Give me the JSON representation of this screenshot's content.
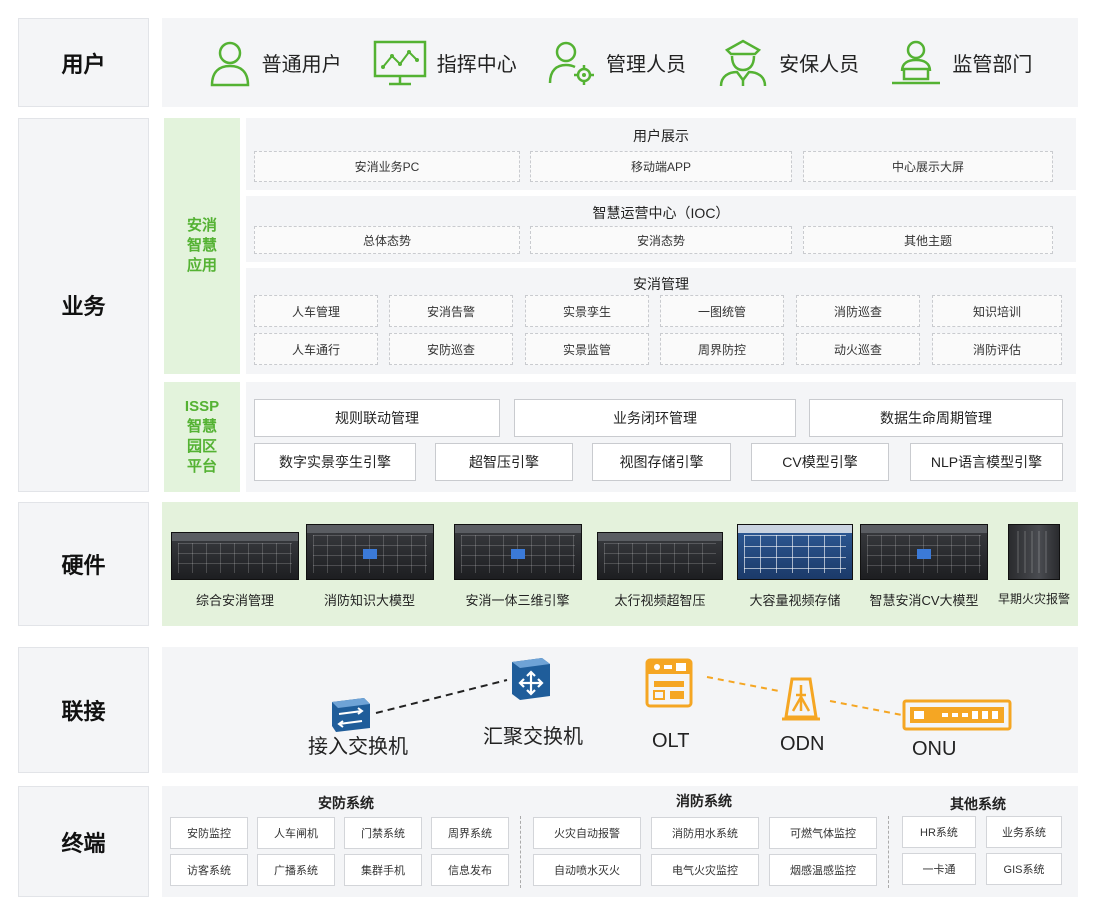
{
  "rows": {
    "users": "用户",
    "business": "业务",
    "hardware": "硬件",
    "connectivity": "联接",
    "terminal": "终端"
  },
  "users": [
    {
      "label": "普通用户",
      "icon": "person-icon"
    },
    {
      "label": "指挥中心",
      "icon": "monitor-chart-icon"
    },
    {
      "label": "管理人员",
      "icon": "person-gear-icon"
    },
    {
      "label": "安保人员",
      "icon": "security-guard-icon"
    },
    {
      "label": "监管部门",
      "icon": "person-laptop-icon"
    }
  ],
  "colors": {
    "accent_green": "#54b233",
    "connector_orange": "#f5a623",
    "switch_blue": "#1f5d9a"
  },
  "business": {
    "app_tag": "安消\n智慧\n应用",
    "platform_tag": "ISSP\n智慧\n园区\n平台",
    "display": {
      "title": "用户展示",
      "items": [
        "安消业务PC",
        "移动端APP",
        "中心展示大屏"
      ]
    },
    "ioc": {
      "title": "智慧运营中心（IOC）",
      "items": [
        "总体态势",
        "安消态势",
        "其他主题"
      ]
    },
    "management": {
      "title": "安消管理",
      "row1": [
        "人车管理",
        "安消告警",
        "实景孪生",
        "一图统管",
        "消防巡查",
        "知识培训"
      ],
      "row2": [
        "人车通行",
        "安防巡查",
        "实景监管",
        "周界防控",
        "动火巡查",
        "消防评估"
      ]
    },
    "platform": {
      "row1": [
        "规则联动管理",
        "业务闭环管理",
        "数据生命周期管理"
      ],
      "row2": [
        "数字实景孪生引擎",
        "超智压引擎",
        "视图存储引擎",
        "CV模型引擎",
        "NLP语言模型引擎"
      ]
    }
  },
  "hardware": [
    {
      "label": "综合安消管理",
      "style": "dark"
    },
    {
      "label": "消防知识大模型",
      "style": "black"
    },
    {
      "label": "安消一体三维引擎",
      "style": "black"
    },
    {
      "label": "太行视频超智压",
      "style": "dark"
    },
    {
      "label": "大容量视频存储",
      "style": "blue"
    },
    {
      "label": "智慧安消CV大模型",
      "style": "black"
    },
    {
      "label": "早期火灾报警",
      "style": "tower"
    }
  ],
  "connectivity": {
    "access_switch": "接入交换机",
    "aggregation_switch": "汇聚交换机",
    "olt": "OLT",
    "odn": "ODN",
    "onu": "ONU"
  },
  "terminal": {
    "security": {
      "title": "安防系统",
      "row1": [
        "安防监控",
        "人车闸机",
        "门禁系统",
        "周界系统"
      ],
      "row2": [
        "访客系统",
        "广播系统",
        "集群手机",
        "信息发布"
      ]
    },
    "fire": {
      "title": "消防系统",
      "row1": [
        "火灾自动报警",
        "消防用水系统",
        "可燃气体监控"
      ],
      "row2": [
        "自动喷水灭火",
        "电气火灾监控",
        "烟感温感监控"
      ]
    },
    "other": {
      "title": "其他系统",
      "row1": [
        "HR系统",
        "业务系统"
      ],
      "row2": [
        "一卡通",
        "GIS系统"
      ]
    }
  }
}
